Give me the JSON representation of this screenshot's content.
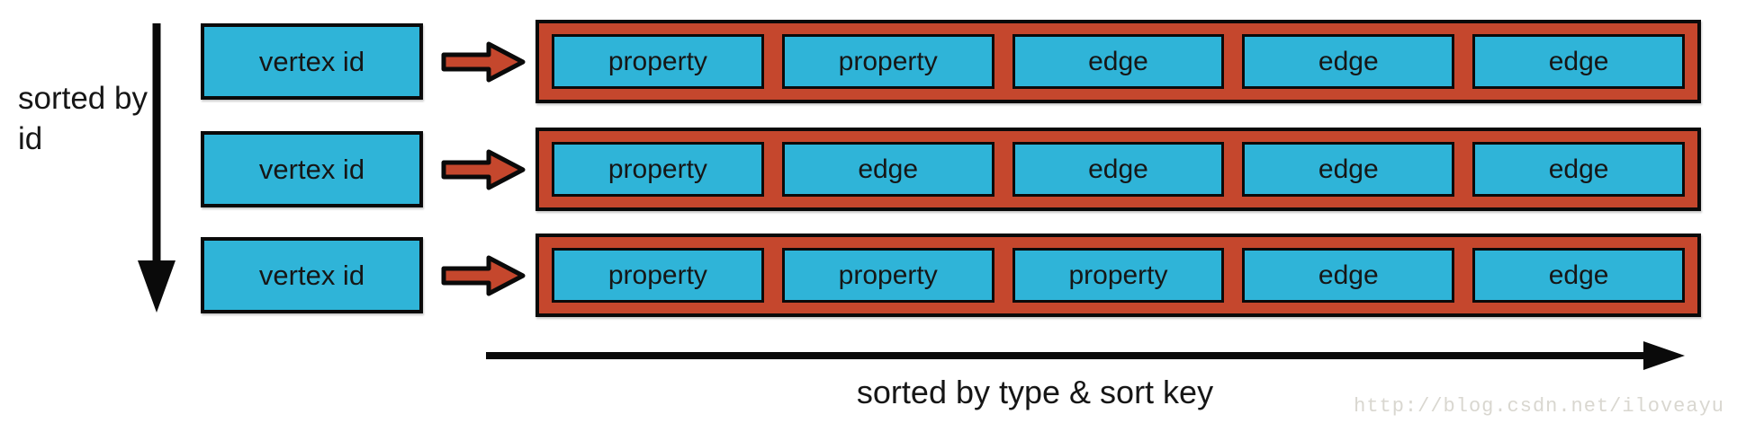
{
  "axes": {
    "vertical_label": "sorted by id",
    "horizontal_label": "sorted by type & sort key"
  },
  "rows": [
    {
      "vertex_label": "vertex id",
      "cells": [
        "property",
        "property",
        "edge",
        "edge",
        "edge"
      ]
    },
    {
      "vertex_label": "vertex id",
      "cells": [
        "property",
        "edge",
        "edge",
        "edge",
        "edge"
      ]
    },
    {
      "vertex_label": "vertex id",
      "cells": [
        "property",
        "property",
        "property",
        "edge",
        "edge"
      ]
    }
  ],
  "icons": {
    "vertical_axis": "down-arrow",
    "row_pointer": "right-block-arrow",
    "horizontal_axis": "right-arrow"
  },
  "watermark": "http://blog.csdn.net/iloveayu",
  "colors": {
    "cell_fill": "#2fb4d8",
    "container_fill": "#c5472d",
    "outline": "#0a0a0a",
    "watermark": "#d9d7d0"
  }
}
